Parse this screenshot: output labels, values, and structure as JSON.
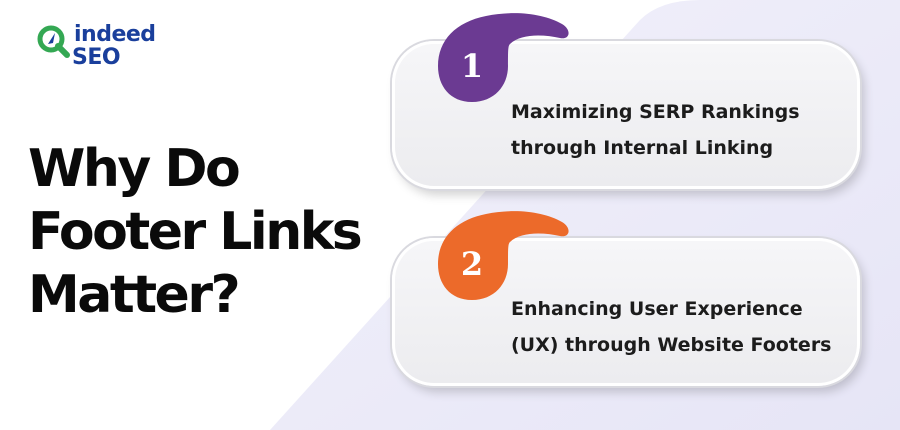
{
  "logo": {
    "word_top": "indeed",
    "word_bottom": "SEO",
    "brand_color": "#1a3f9c",
    "accent_color": "#34a853"
  },
  "headline": {
    "line1": "Why Do",
    "line2": "Footer Links",
    "line3": "Matter?"
  },
  "items": [
    {
      "number": "1",
      "color": "#6b3a92",
      "line1": "Maximizing SERP Rankings",
      "line2": "through Internal Linking"
    },
    {
      "number": "2",
      "color": "#ec6a2a",
      "line1": "Enhancing User Experience",
      "line2": "(UX) through Website Footers"
    }
  ],
  "colors": {
    "background": "#ffffff",
    "wedge": "#e9e8f7",
    "headline": "#0a0a0a"
  }
}
